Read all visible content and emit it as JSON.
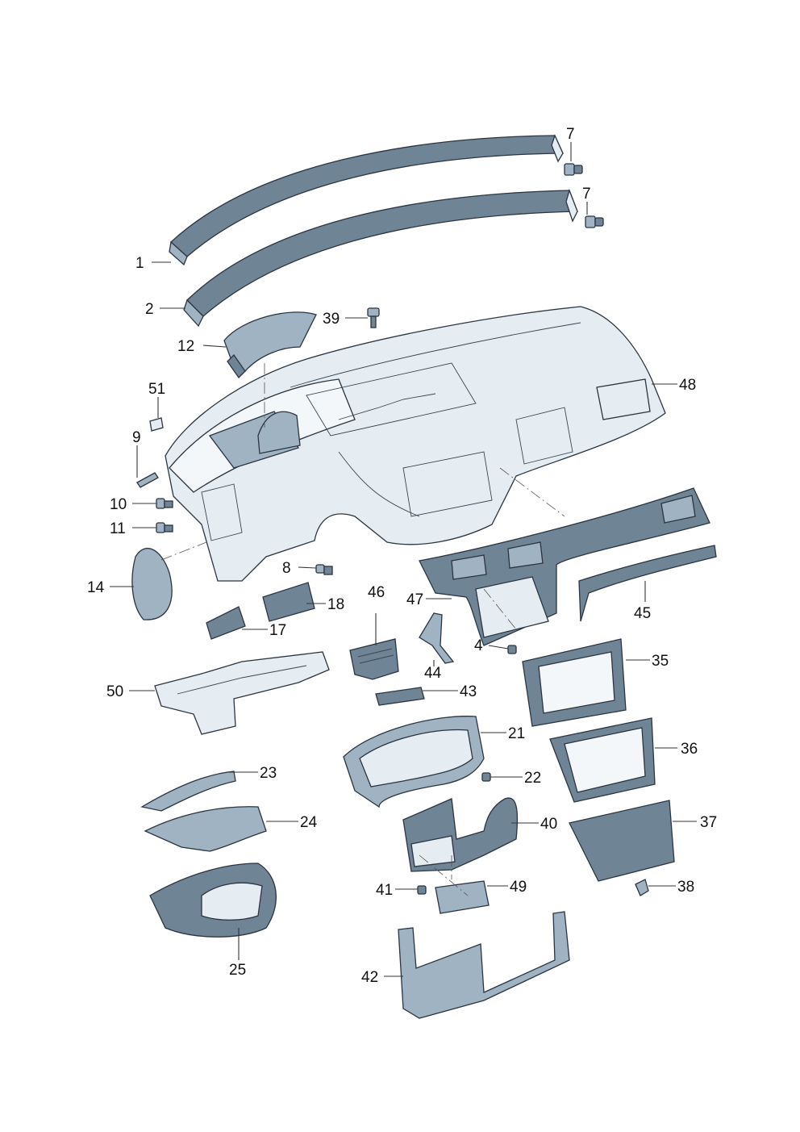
{
  "diagram": {
    "type": "exploded-parts-diagram",
    "callouts": [
      {
        "id": "1",
        "label": "1"
      },
      {
        "id": "2",
        "label": "2"
      },
      {
        "id": "4",
        "label": "4"
      },
      {
        "id": "7a",
        "label": "7"
      },
      {
        "id": "7b",
        "label": "7"
      },
      {
        "id": "8",
        "label": "8"
      },
      {
        "id": "9",
        "label": "9"
      },
      {
        "id": "10",
        "label": "10"
      },
      {
        "id": "11",
        "label": "11"
      },
      {
        "id": "12",
        "label": "12"
      },
      {
        "id": "14",
        "label": "14"
      },
      {
        "id": "17",
        "label": "17"
      },
      {
        "id": "18",
        "label": "18"
      },
      {
        "id": "21",
        "label": "21"
      },
      {
        "id": "22",
        "label": "22"
      },
      {
        "id": "23",
        "label": "23"
      },
      {
        "id": "24",
        "label": "24"
      },
      {
        "id": "25",
        "label": "25"
      },
      {
        "id": "35",
        "label": "35"
      },
      {
        "id": "36",
        "label": "36"
      },
      {
        "id": "37",
        "label": "37"
      },
      {
        "id": "38",
        "label": "38"
      },
      {
        "id": "39",
        "label": "39"
      },
      {
        "id": "40",
        "label": "40"
      },
      {
        "id": "41",
        "label": "41"
      },
      {
        "id": "42",
        "label": "42"
      },
      {
        "id": "43",
        "label": "43"
      },
      {
        "id": "44",
        "label": "44"
      },
      {
        "id": "45",
        "label": "45"
      },
      {
        "id": "46",
        "label": "46"
      },
      {
        "id": "47",
        "label": "47"
      },
      {
        "id": "48",
        "label": "48"
      },
      {
        "id": "49",
        "label": "49"
      },
      {
        "id": "50",
        "label": "50"
      },
      {
        "id": "51",
        "label": "51"
      }
    ],
    "colors": {
      "part_dark": "#6f8596",
      "part_mid": "#9fb3c2",
      "part_light": "#e6edf2",
      "outline": "#2b3440",
      "label": "#111111"
    }
  }
}
